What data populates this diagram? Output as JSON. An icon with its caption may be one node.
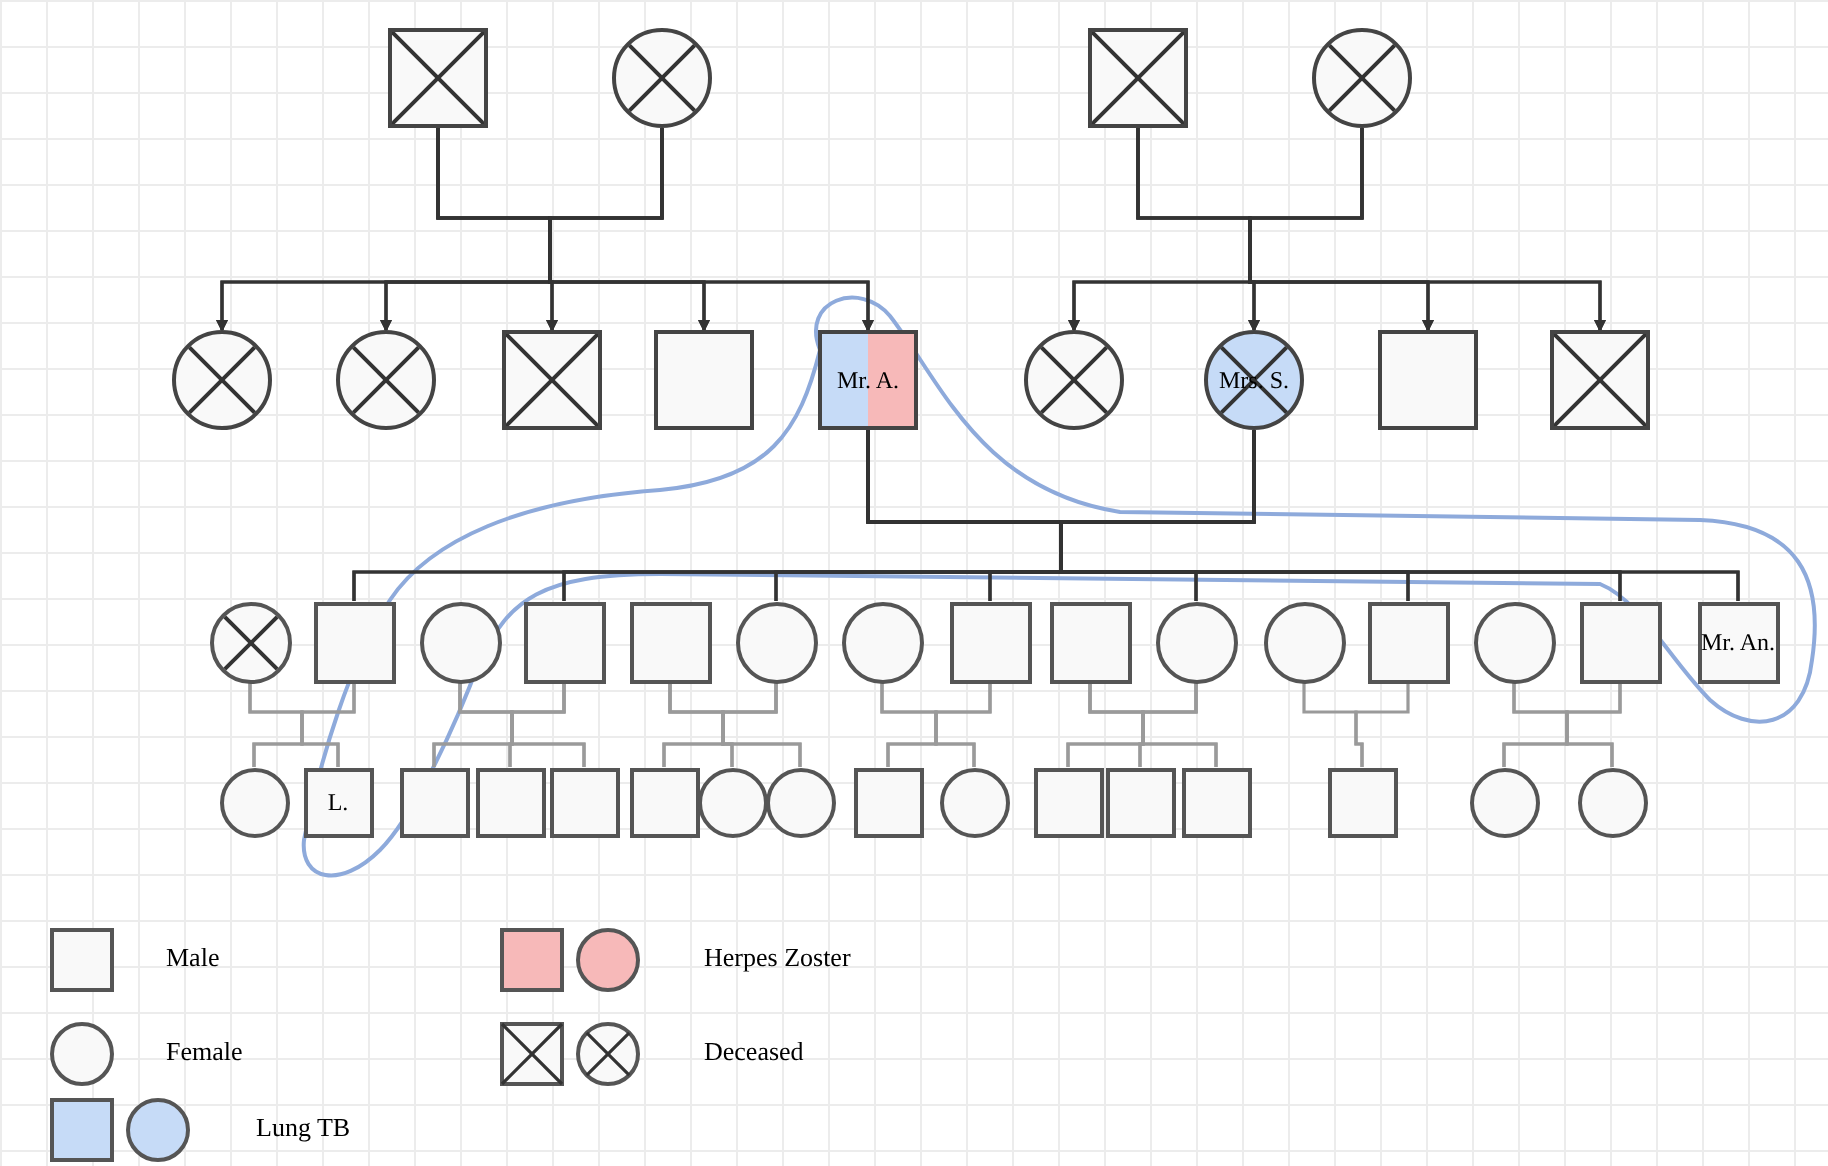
{
  "diagram": {
    "nodes": [
      {
        "text": [],
        "shape": "box"
      },
      {
        "text": [],
        "shape": "circle"
      },
      {
        "text": [],
        "shape": "box"
      },
      {
        "text": [],
        "shape": "circle"
      },
      {
        "text": [],
        "shape": "circle"
      },
      {
        "text": [],
        "shape": "circle"
      },
      {
        "text": [],
        "shape": "box"
      },
      {
        "text": [],
        "shape": "box"
      },
      {
        "text": [
          "Mr. A."
        ]
      },
      {
        "text": [],
        "shape": "circle"
      },
      {
        "text": [
          "Mrs. S."
        ]
      },
      {
        "text": [],
        "shape": "box"
      },
      {
        "text": [],
        "shape": "box"
      },
      {
        "text": [],
        "shape": "circle"
      },
      {
        "text": [],
        "shape": "box"
      },
      {
        "text": [],
        "shape": "circle"
      },
      {
        "text": [],
        "shape": "box"
      },
      {
        "text": [],
        "shape": "box"
      },
      {
        "text": [],
        "shape": "circle"
      },
      {
        "text": [],
        "shape": "circle"
      },
      {
        "text": [],
        "shape": "box"
      },
      {
        "text": [],
        "shape": "box"
      },
      {
        "text": [],
        "shape": "circle"
      },
      {
        "text": [],
        "shape": "circle"
      },
      {
        "text": [],
        "shape": "box"
      },
      {
        "text": [],
        "shape": "circle"
      },
      {
        "text": [],
        "shape": "box"
      },
      {
        "text": [
          "Mr. An."
        ]
      },
      {
        "text": [],
        "shape": "circle"
      },
      {
        "text": [
          "L."
        ]
      },
      {
        "text": [],
        "shape": "box"
      },
      {
        "text": [],
        "shape": "box"
      },
      {
        "text": [],
        "shape": "box"
      },
      {
        "text": [],
        "shape": "box"
      },
      {
        "text": [],
        "shape": "circle"
      },
      {
        "text": [],
        "shape": "circle"
      },
      {
        "text": [],
        "shape": "box"
      },
      {
        "text": [],
        "shape": "circle"
      },
      {
        "text": [],
        "shape": "box"
      },
      {
        "text": [],
        "shape": "box"
      },
      {
        "text": [],
        "shape": "box"
      },
      {
        "text": [],
        "shape": "box"
      },
      {
        "text": [],
        "shape": "circle"
      },
      {
        "text": [],
        "shape": "circle"
      }
    ],
    "edges": [
      {
        "from": 0,
        "to": 4,
        "arrow": "to"
      },
      {
        "from": 0,
        "to": 5,
        "arrow": "to"
      },
      {
        "from": 0,
        "to": 6,
        "arrow": "to"
      },
      {
        "from": 0,
        "to": 7,
        "arrow": "to"
      },
      {
        "from": 0,
        "to": 8,
        "arrow": "to"
      },
      {
        "from": 1,
        "to": 4,
        "arrow": "to"
      },
      {
        "from": 1,
        "to": 5,
        "arrow": "to"
      },
      {
        "from": 1,
        "to": 6,
        "arrow": "to"
      },
      {
        "from": 1,
        "to": 7,
        "arrow": "to"
      },
      {
        "from": 1,
        "to": 8,
        "arrow": "to"
      },
      {
        "from": 2,
        "to": 9,
        "arrow": "to"
      },
      {
        "from": 2,
        "to": 10,
        "arrow": "to"
      },
      {
        "from": 2,
        "to": 11,
        "arrow": "to"
      },
      {
        "from": 2,
        "to": 12,
        "arrow": "to"
      },
      {
        "from": 3,
        "to": 9,
        "arrow": "to"
      },
      {
        "from": 3,
        "to": 10,
        "arrow": "to"
      },
      {
        "from": 3,
        "to": 11,
        "arrow": "to"
      },
      {
        "from": 3,
        "to": 12,
        "arrow": "to"
      },
      {
        "from": 8,
        "to": 14,
        "arrow": "none"
      },
      {
        "from": 8,
        "to": 16,
        "arrow": "none"
      },
      {
        "from": 8,
        "to": 18,
        "arrow": "none"
      },
      {
        "from": 8,
        "to": 20,
        "arrow": "none"
      },
      {
        "from": 8,
        "to": 22,
        "arrow": "none"
      },
      {
        "from": 8,
        "to": 24,
        "arrow": "none"
      },
      {
        "from": 8,
        "to": 26,
        "arrow": "none"
      },
      {
        "from": 8,
        "to": 27,
        "arrow": "none"
      },
      {
        "from": 10,
        "to": 14,
        "arrow": "none"
      },
      {
        "from": 10,
        "to": 16,
        "arrow": "none"
      },
      {
        "from": 10,
        "to": 18,
        "arrow": "none"
      },
      {
        "from": 10,
        "to": 20,
        "arrow": "none"
      },
      {
        "from": 10,
        "to": 22,
        "arrow": "none"
      },
      {
        "from": 10,
        "to": 24,
        "arrow": "none"
      },
      {
        "from": 10,
        "to": 26,
        "arrow": "none"
      },
      {
        "from": 10,
        "to": 27,
        "arrow": "none"
      },
      {
        "from": 13,
        "to": 28,
        "arrow": "none",
        "color": "#9a9a9a"
      },
      {
        "from": 13,
        "to": 29,
        "arrow": "none",
        "color": "#9a9a9a"
      },
      {
        "from": 14,
        "to": 28,
        "arrow": "none",
        "color": "#9a9a9a"
      },
      {
        "from": 14,
        "to": 29,
        "arrow": "none",
        "color": "#9a9a9a"
      },
      {
        "from": 15,
        "to": 30,
        "arrow": "none",
        "color": "#9a9a9a"
      },
      {
        "from": 15,
        "to": 31,
        "arrow": "none",
        "color": "#9a9a9a"
      },
      {
        "from": 15,
        "to": 32,
        "arrow": "none",
        "color": "#9a9a9a"
      },
      {
        "from": 16,
        "to": 30,
        "arrow": "none",
        "color": "#9a9a9a"
      },
      {
        "from": 16,
        "to": 31,
        "arrow": "none",
        "color": "#9a9a9a"
      },
      {
        "from": 16,
        "to": 32,
        "arrow": "none",
        "color": "#9a9a9a"
      },
      {
        "from": 17,
        "to": 33,
        "arrow": "none",
        "color": "#9a9a9a"
      },
      {
        "from": 17,
        "to": 34,
        "arrow": "none",
        "color": "#9a9a9a"
      },
      {
        "from": 17,
        "to": 35,
        "arrow": "none",
        "color": "#9a9a9a"
      },
      {
        "from": 18,
        "to": 33,
        "arrow": "none",
        "color": "#9a9a9a"
      },
      {
        "from": 18,
        "to": 34,
        "arrow": "none",
        "color": "#9a9a9a"
      },
      {
        "from": 18,
        "to": 35,
        "arrow": "none",
        "color": "#9a9a9a"
      },
      {
        "from": 19,
        "to": 36,
        "arrow": "none",
        "color": "#9a9a9a"
      },
      {
        "from": 19,
        "to": 37,
        "arrow": "none",
        "color": "#9a9a9a"
      },
      {
        "from": 20,
        "to": 36,
        "arrow": "none",
        "color": "#9a9a9a"
      },
      {
        "from": 20,
        "to": 37,
        "arrow": "none",
        "color": "#9a9a9a"
      },
      {
        "from": 21,
        "to": 38,
        "arrow": "none",
        "color": "#9a9a9a"
      },
      {
        "from": 21,
        "to": 39,
        "arrow": "none",
        "color": "#9a9a9a"
      },
      {
        "from": 21,
        "to": 40,
        "arrow": "none",
        "color": "#9a9a9a"
      },
      {
        "from": 22,
        "to": 38,
        "arrow": "none",
        "color": "#9a9a9a"
      },
      {
        "from": 22,
        "to": 39,
        "arrow": "none",
        "color": "#9a9a9a"
      },
      {
        "from": 22,
        "to": 40,
        "arrow": "none",
        "color": "#9a9a9a"
      },
      {
        "from": 23,
        "to": 41,
        "arrow": "none",
        "color": "#9a9a9a"
      },
      {
        "from": 24,
        "to": 41,
        "arrow": "none",
        "color": "#9a9a9a"
      },
      {
        "from": 25,
        "to": 42,
        "arrow": "none",
        "color": "#9a9a9a"
      },
      {
        "from": 25,
        "to": 43,
        "arrow": "none",
        "color": "#9a9a9a"
      },
      {
        "from": 26,
        "to": 42,
        "arrow": "none",
        "color": "#9a9a9a"
      },
      {
        "from": 26,
        "to": 43,
        "arrow": "none",
        "color": "#9a9a9a"
      }
    ],
    "legend": [
      {
        "text": "Male"
      },
      {
        "text": "Herpes Zoster",
        "color": "#f7b9b9"
      },
      {
        "text": "Female"
      },
      {
        "text": "Deceased"
      },
      {
        "text": "Lung TB",
        "color": "#c6dbf7"
      }
    ]
  }
}
